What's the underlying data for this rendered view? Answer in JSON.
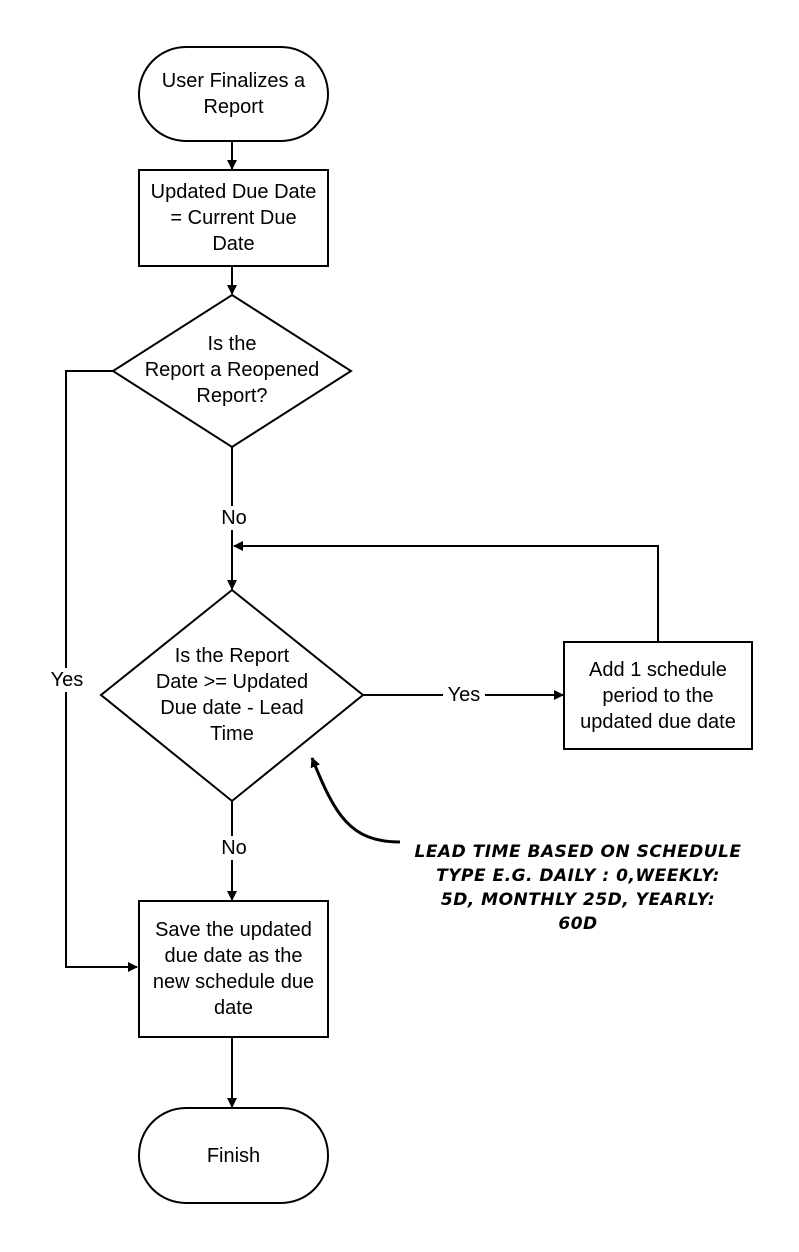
{
  "nodes": {
    "start": "User Finalizes a\nReport",
    "set_due_date": "Updated Due Date\n= Current Due\nDate",
    "reopened_decision": "Is the\nReport a Reopened\nReport?",
    "lead_time_decision": "Is the Report\nDate >= Updated\nDue date - Lead\nTime",
    "add_period": "Add 1 schedule\nperiod to the\nupdated due date",
    "save": "Save the updated\ndue date as the\nnew schedule due\ndate",
    "finish": "Finish"
  },
  "edge_labels": {
    "reopened_no": "No",
    "reopened_yes": "Yes",
    "lead_time_yes": "Yes",
    "lead_time_no": "No"
  },
  "annotation": {
    "text": "Lead time based on schedule\ntype e.g. Daily : 0,weekly:\n5d, Monthly 25d, Yearly:\n60d"
  },
  "colors": {
    "stroke": "#000000",
    "background": "#ffffff"
  }
}
